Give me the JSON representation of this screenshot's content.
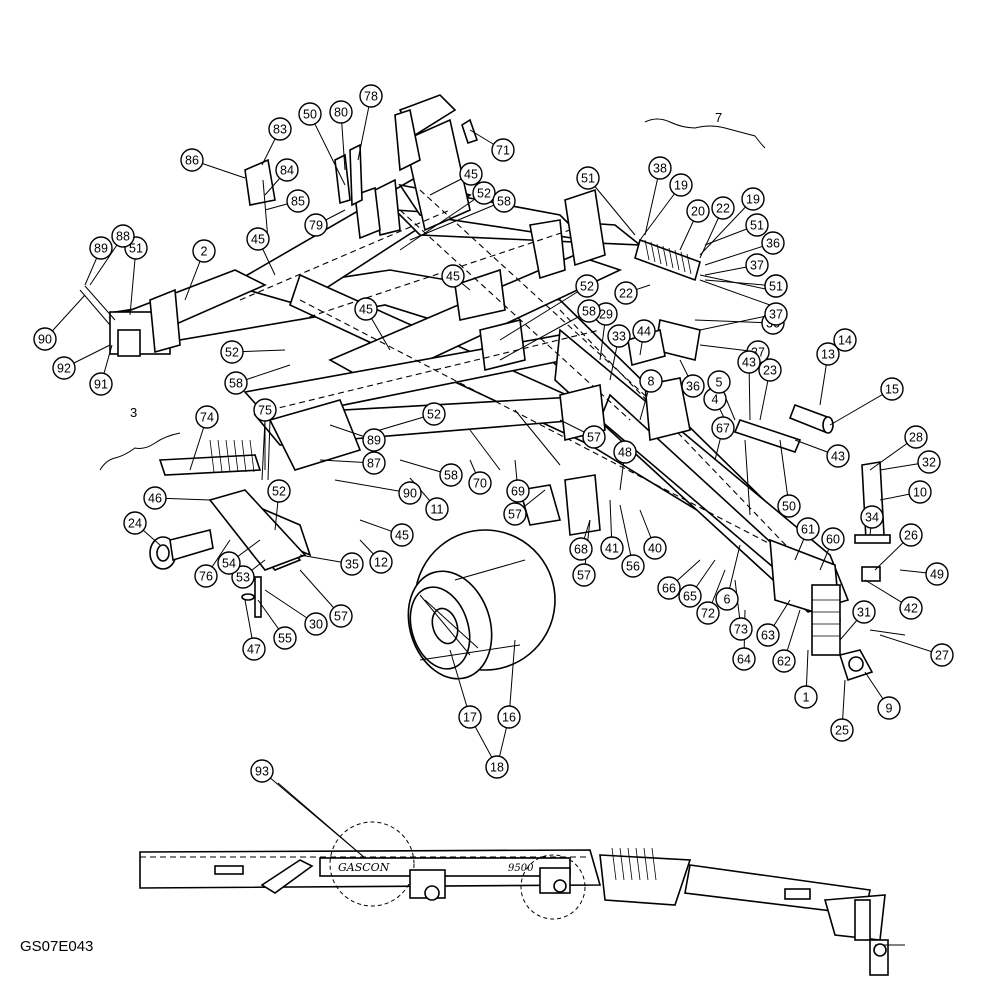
{
  "drawing_number": "GS07E043",
  "group_labels": {
    "group_3": "3",
    "group_7": "7"
  },
  "decals": {
    "brand": "GASCON",
    "model": "9500"
  },
  "callouts": [
    "1",
    "2",
    "3",
    "4",
    "5",
    "6",
    "7",
    "8",
    "9",
    "10",
    "11",
    "12",
    "13",
    "14",
    "15",
    "16",
    "17",
    "18",
    "19",
    "19",
    "20",
    "22",
    "22",
    "23",
    "24",
    "25",
    "26",
    "27",
    "28",
    "29",
    "30",
    "31",
    "32",
    "33",
    "34",
    "35",
    "36",
    "36",
    "36",
    "37",
    "37",
    "37",
    "38",
    "40",
    "41",
    "42",
    "43",
    "43",
    "44",
    "45",
    "45",
    "45",
    "45",
    "45",
    "46",
    "47",
    "48",
    "49",
    "50",
    "50",
    "51",
    "51",
    "51",
    "51",
    "51",
    "52",
    "52",
    "52",
    "52",
    "52",
    "53",
    "54",
    "55",
    "56",
    "57",
    "57",
    "57",
    "57",
    "58",
    "58",
    "58",
    "58",
    "60",
    "61",
    "62",
    "63",
    "64",
    "65",
    "66",
    "67",
    "68",
    "69",
    "70",
    "71",
    "72",
    "73",
    "74",
    "75",
    "76",
    "78",
    "79",
    "80",
    "83",
    "84",
    "85",
    "86",
    "87",
    "88",
    "89",
    "89",
    "90",
    "90",
    "91",
    "92",
    "93"
  ]
}
